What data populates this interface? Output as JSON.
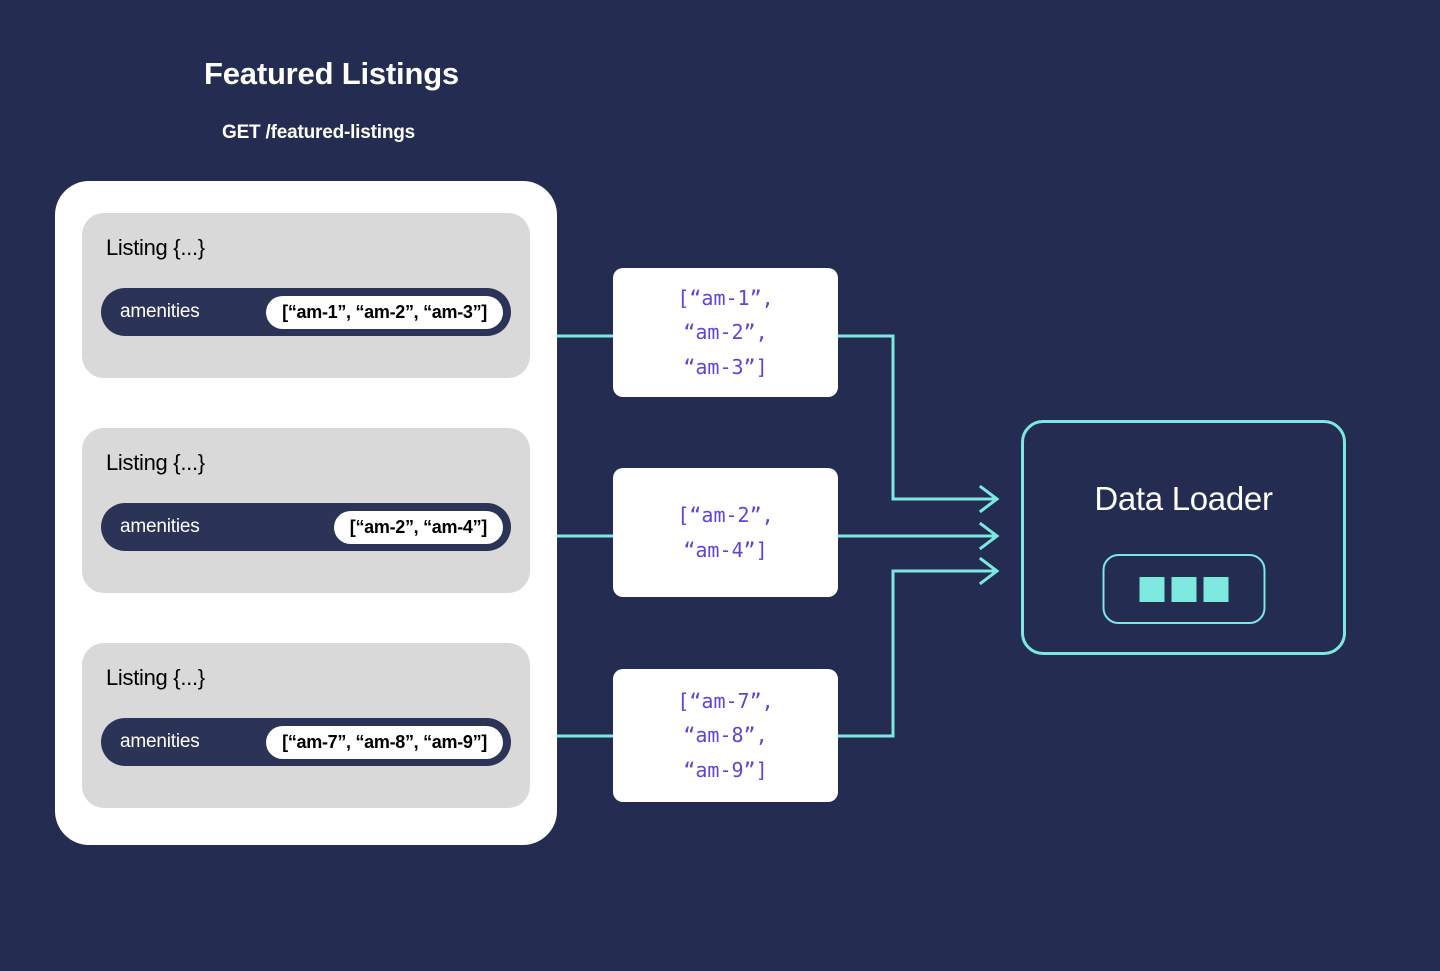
{
  "header": {
    "title": "Featured Listings",
    "endpoint": "GET /featured-listings"
  },
  "colors": {
    "background": "#242C51",
    "panel": "#FFFFFF",
    "card": "#D9D9D9",
    "pill": "#2B3357",
    "accent_cyan": "#7DE8E0",
    "code_purple": "#5B45DB"
  },
  "listings": [
    {
      "title": "Listing {...}",
      "key": "amenities",
      "value": "[“am-1”, “am-2”, “am-3”]"
    },
    {
      "title": "Listing {...}",
      "key": "amenities",
      "value": "[“am-2”, “am-4”]"
    },
    {
      "title": "Listing {...}",
      "key": "amenities",
      "value": "[“am-7”, “am-8”, “am-9”]"
    }
  ],
  "code_boxes": [
    {
      "text": "[“am-1”,\n“am-2”,\n“am-3”]"
    },
    {
      "text": "[“am-2”,\n“am-4”]"
    },
    {
      "text": "[“am-7”,\n“am-8”,\n“am-9”]"
    }
  ],
  "data_loader": {
    "title": "Data Loader",
    "squares": 3
  }
}
